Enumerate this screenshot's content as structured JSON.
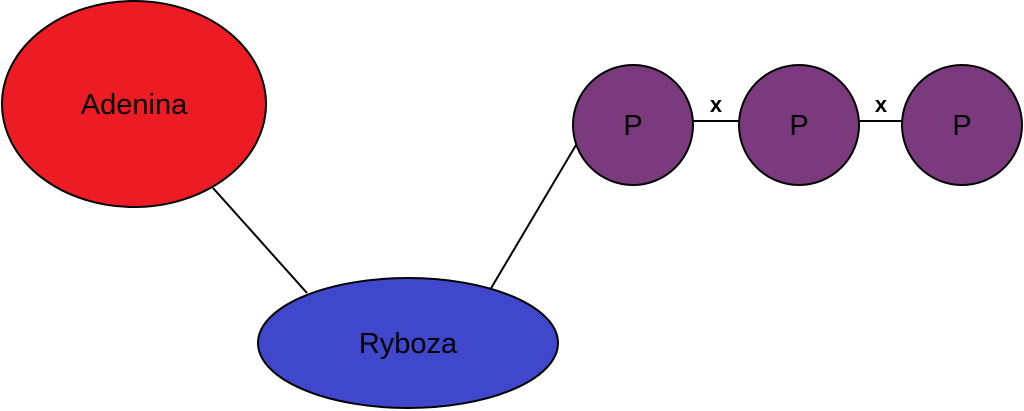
{
  "nodes": {
    "adenine": {
      "label": "Adenina",
      "color": "#ED1C24"
    },
    "ribose": {
      "label": "Ryboza",
      "color": "#3F48CC"
    },
    "phosphates": [
      {
        "label": "P",
        "color": "#7B3A7E"
      },
      {
        "label": "P",
        "color": "#7B3A7E"
      },
      {
        "label": "P",
        "color": "#7B3A7E"
      }
    ]
  },
  "bond_marks": [
    "x",
    "x"
  ]
}
